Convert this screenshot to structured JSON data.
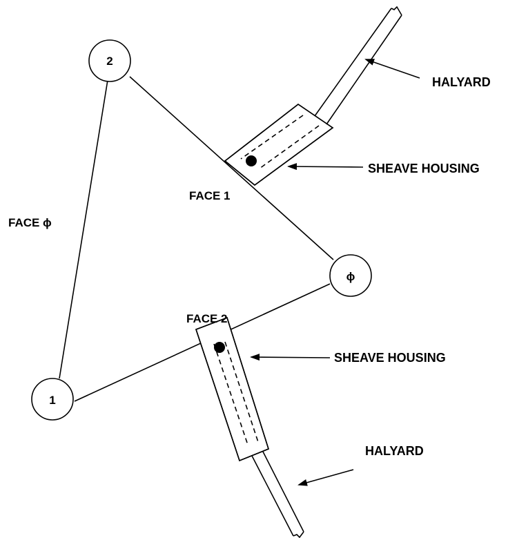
{
  "nodes": {
    "top": "2",
    "right": "ϕ",
    "bottom_left": "1"
  },
  "faces": {
    "face1": "FACE 1",
    "face2": "FACE 2",
    "face_phi": "FACE ϕ"
  },
  "callouts": {
    "halyard_top": "HALYARD",
    "sheave_housing_top": "SHEAVE HOUSING",
    "sheave_housing_bottom": "SHEAVE HOUSING",
    "halyard_bottom": "HALYARD"
  }
}
